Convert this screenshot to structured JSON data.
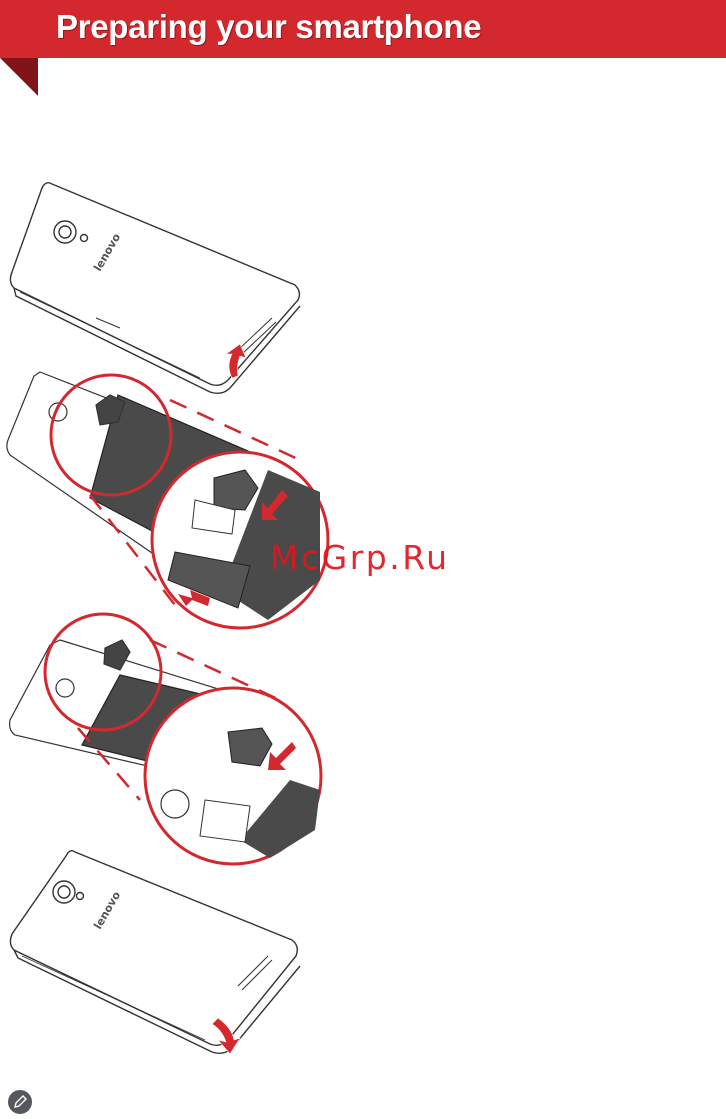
{
  "header": {
    "title": "Preparing your smartphone",
    "accent_color": "#d3282e"
  },
  "illustrations": {
    "step1": {
      "brand_label": "lenovo",
      "icon": "phone-back-cover-open-icon"
    },
    "step2": {
      "icon": "sim-card-insert-icon"
    },
    "step3": {
      "icon": "microsd-card-insert-icon"
    },
    "step4": {
      "brand_label": "lenovo",
      "icon": "phone-back-cover-close-icon"
    }
  },
  "watermark": {
    "text": "McGrp.Ru"
  },
  "note": {
    "icon": "pencil-icon"
  }
}
